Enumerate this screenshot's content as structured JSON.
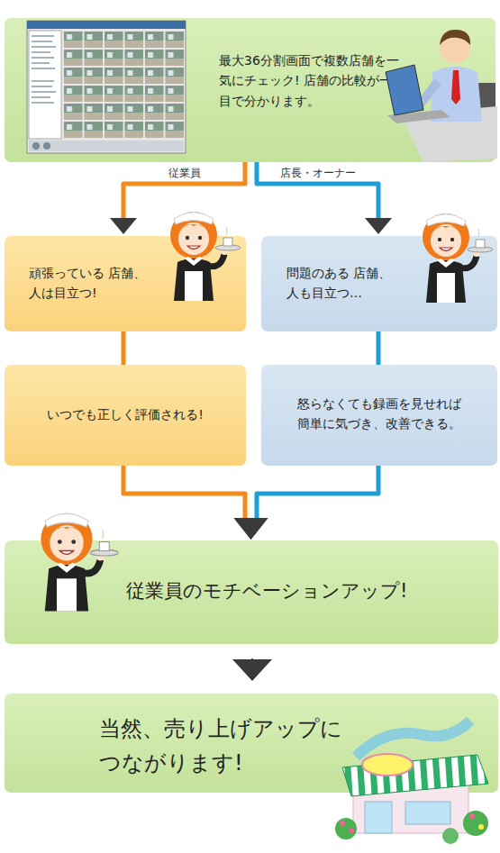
{
  "diagram": {
    "nodes": [
      {
        "text": [
          "最大36分割画面で複数店舗を一気にチェック! 店舗の比較が一目で分かります。"
        ]
      },
      {
        "text": [
          "頑張っている 店舗、人は目立つ!"
        ]
      },
      {
        "text": [
          "問題のある 店舗、人も目立つ…"
        ]
      },
      {
        "text": [
          "いつでも正しく評価される!"
        ]
      },
      {
        "text": [
          "怒らなくても録画を見せれば 簡単に気づき、改善できる。"
        ]
      },
      {
        "text": [
          "従業員のモチベーションアップ!"
        ]
      },
      {
        "text": [
          "当然、売り上げアップに つながります!"
        ]
      }
    ],
    "edges": [
      {
        "from": 0,
        "to": 1,
        "arrow": "to",
        "label": "従業員"
      },
      {
        "from": 0,
        "to": 2,
        "arrow": "to",
        "label": "店長・オーナー"
      },
      {
        "from": 1,
        "to": 3,
        "arrow": "none"
      },
      {
        "from": 2,
        "to": 4,
        "arrow": "none"
      },
      {
        "from": 3,
        "to": 5,
        "arrow": "to"
      },
      {
        "from": 4,
        "to": 5,
        "arrow": "to"
      },
      {
        "from": 5,
        "to": 6,
        "arrow": "to"
      }
    ]
  }
}
